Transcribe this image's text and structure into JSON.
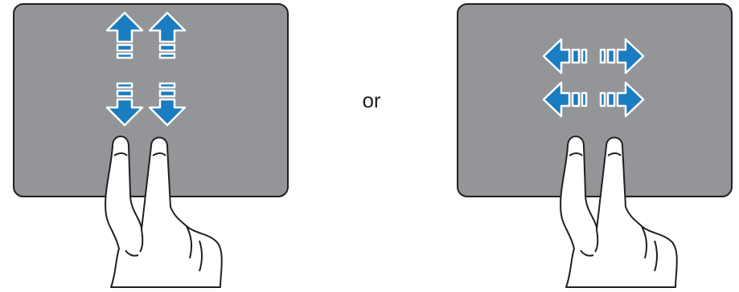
{
  "separator": {
    "text": "or"
  },
  "colors": {
    "touchpad_fill": "#939598",
    "touchpad_stroke": "#231f20",
    "arrow_fill": "#1a7cc1",
    "arrow_stroke": "#ffffff",
    "hand_fill": "#ffffff",
    "hand_stroke": "#231f20"
  },
  "panels": [
    {
      "id": "vertical-scroll",
      "gesture": "two-finger-scroll-vertical",
      "icons": [
        "double-arrow-up-down-icon",
        "double-arrow-up-down-icon"
      ]
    },
    {
      "id": "horizontal-scroll",
      "gesture": "two-finger-scroll-horizontal",
      "icons": [
        "double-arrow-left-right-icon",
        "double-arrow-left-right-icon"
      ]
    }
  ]
}
